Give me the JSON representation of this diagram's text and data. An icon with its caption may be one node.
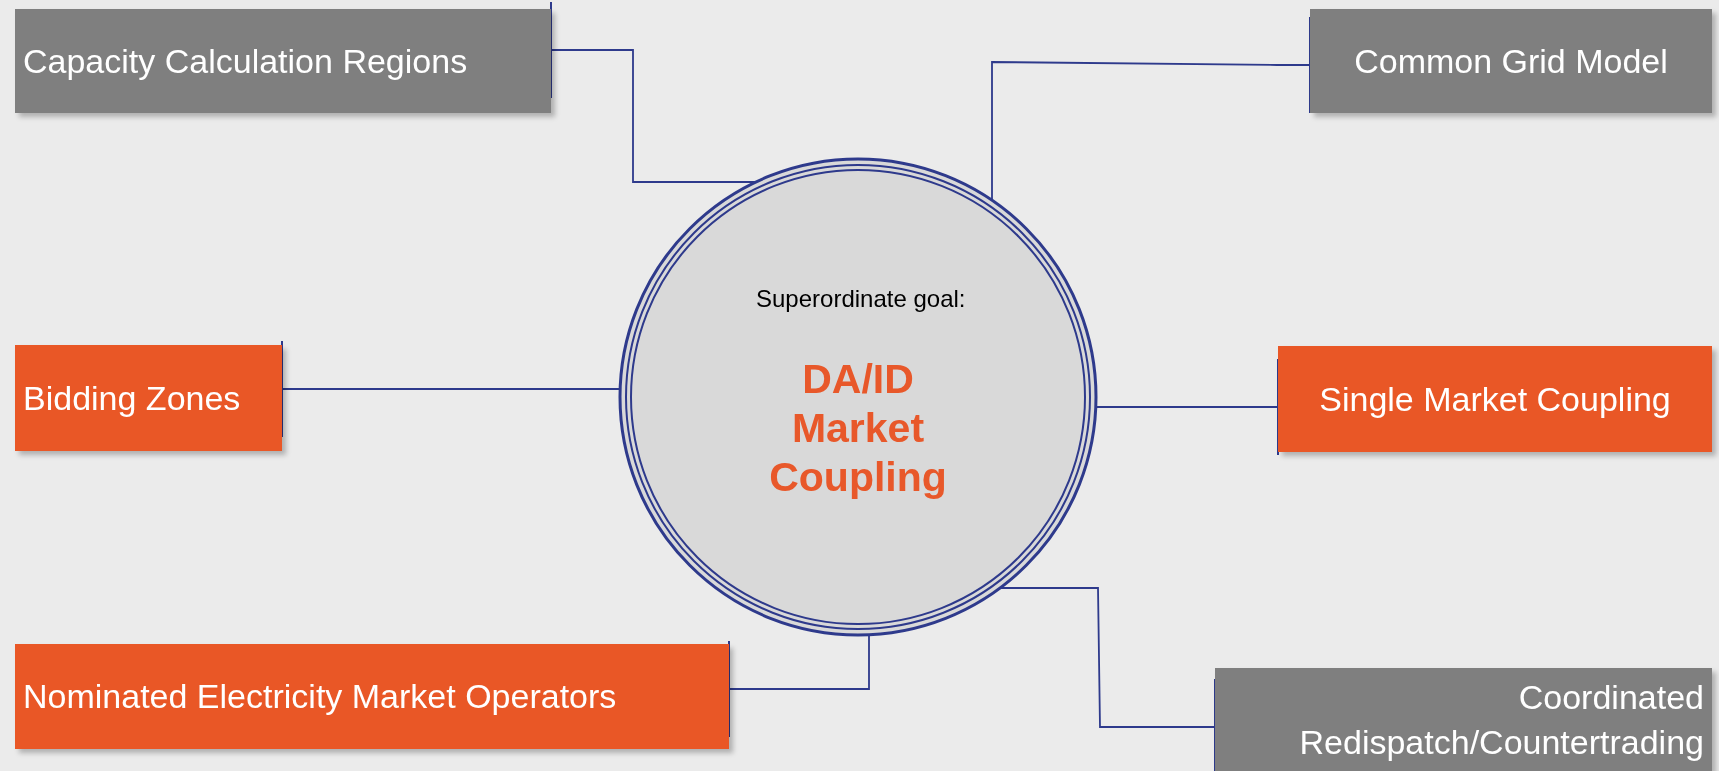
{
  "diagram": {
    "nodes": [
      {
        "text": [
          "Capacity Calculation Regions"
        ]
      },
      {
        "text": [
          "Common Grid Model"
        ]
      },
      {
        "text": [
          "Superordinate goal:",
          "DA/ID Market Coupling"
        ]
      },
      {
        "text": [
          "Bidding Zones"
        ]
      },
      {
        "text": [
          "Single Market Coupling"
        ]
      },
      {
        "text": [
          "Nominated Electricity Market Operators"
        ]
      },
      {
        "text": [
          "Coordinated Redispatch/Countertrading"
        ]
      }
    ],
    "edges": [
      {
        "from": 2,
        "to": 0,
        "arrow": "other"
      },
      {
        "from": 2,
        "to": 1,
        "arrow": "other"
      },
      {
        "from": 2,
        "to": 3,
        "arrow": "other"
      },
      {
        "from": 2,
        "to": 4,
        "arrow": "other"
      },
      {
        "from": 2,
        "to": 5,
        "arrow": "other"
      },
      {
        "from": 2,
        "to": 6,
        "arrow": "other"
      }
    ]
  }
}
